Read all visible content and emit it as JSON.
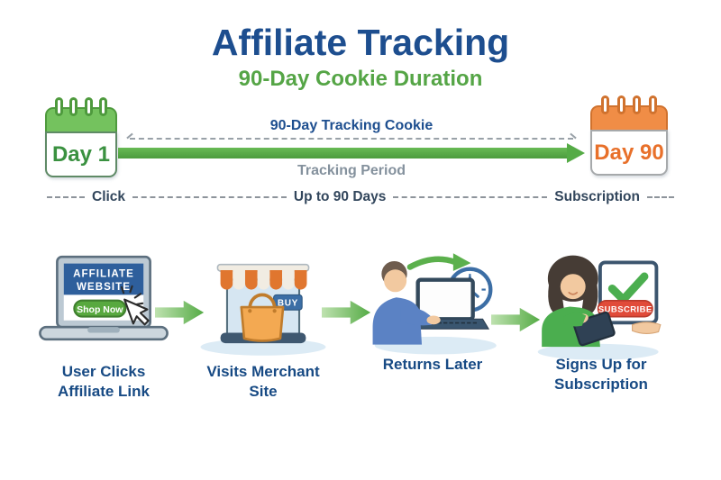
{
  "header": {
    "title": "Affiliate Tracking",
    "subtitle": "90-Day Cookie Duration"
  },
  "timeline": {
    "start_label": "Day 1",
    "end_label": "Day 90",
    "cookie_label": "90-Day Tracking Cookie",
    "period_label": "Tracking Period",
    "milestones": {
      "start": "Click",
      "middle": "Up to 90 Days",
      "end": "Subscription"
    }
  },
  "steps": [
    {
      "icon": "laptop-affiliate-website-icon",
      "label_lines": [
        "User Clicks",
        "Affiliate Link"
      ],
      "screen_title_lines": [
        "AFFILIATE",
        "WEBSITE"
      ],
      "button_label": "Shop Now"
    },
    {
      "icon": "merchant-storefront-icon",
      "label_lines": [
        "Visits Merchant",
        "Site"
      ],
      "button_label": "BUY"
    },
    {
      "icon": "returning-user-clock-icon",
      "label_lines": [
        "Returns Later",
        ""
      ]
    },
    {
      "icon": "subscription-signup-icon",
      "label_lines": [
        "Signs Up for",
        "Subscription"
      ],
      "button_label": "SUBSCRIBE"
    }
  ],
  "colors": {
    "title_blue": "#1d4e8f",
    "subtitle_green": "#55a546",
    "arrow_green": "#55ab46",
    "day1_green": "#74c25e",
    "day1_text": "#3a9140",
    "day90_orange": "#f08d46",
    "day90_text": "#e8702a",
    "milestone_slate": "#32465c",
    "muted_gray": "#84919d",
    "banner_blue": "#2e5f9c",
    "buy_blue": "#3c6ea5",
    "subscribe_red": "#e14b39"
  }
}
